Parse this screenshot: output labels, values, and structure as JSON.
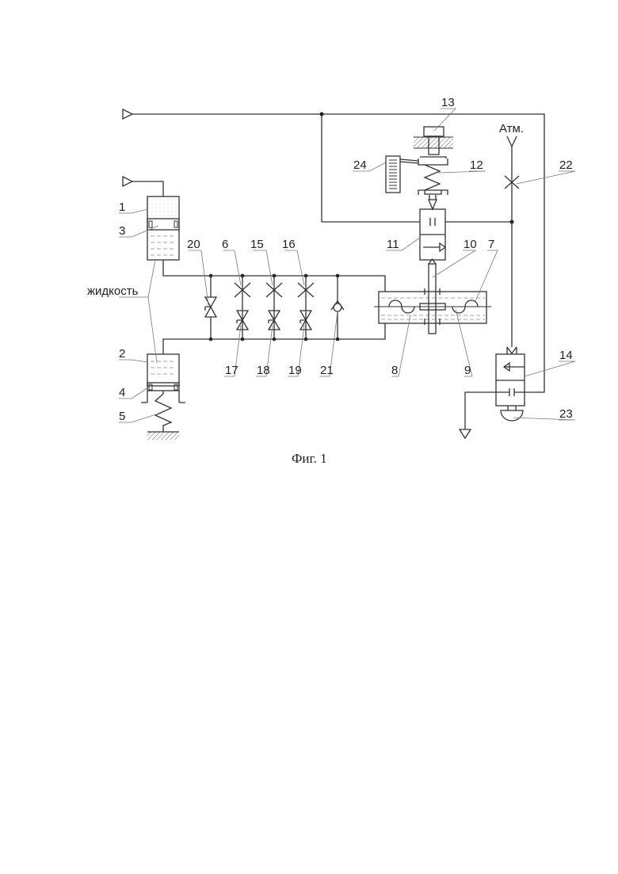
{
  "figure": {
    "caption": "Фиг. 1",
    "atmosphere_label": "Атм.",
    "liquid_label": "жидкость",
    "labels": {
      "l1": "1",
      "l2": "2",
      "l3": "3",
      "l4": "4",
      "l5": "5",
      "l6": "6",
      "l7": "7",
      "l8": "8",
      "l9": "9",
      "l10": "10",
      "l11": "11",
      "l12": "12",
      "l13": "13",
      "l14": "14",
      "l15": "15",
      "l16": "16",
      "l17": "17",
      "l18": "18",
      "l19": "19",
      "l20": "20",
      "l21": "21",
      "l22": "22",
      "l23": "23",
      "l24": "24"
    }
  }
}
